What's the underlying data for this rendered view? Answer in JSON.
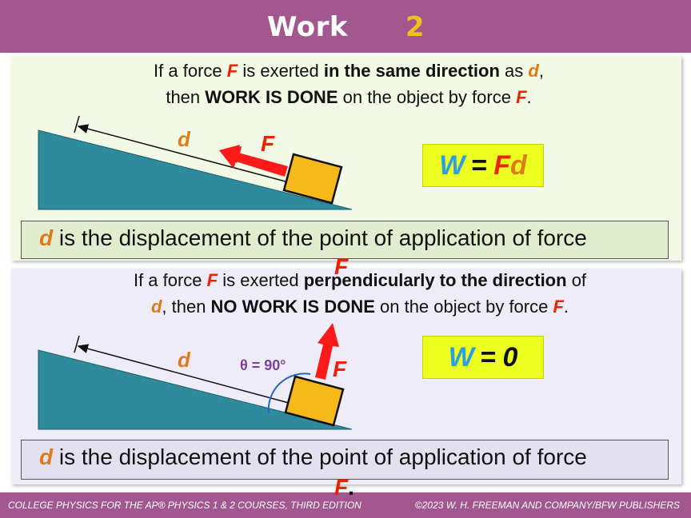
{
  "header": {
    "title": "Work",
    "slide_number": "2"
  },
  "top": {
    "line1": {
      "a": "If a force ",
      "F": "F",
      "b": " is exerted ",
      "bold": "in the same direction",
      "c": " as ",
      "d": "d",
      "e": ","
    },
    "line2": {
      "a": "then ",
      "bold": "WORK IS DONE",
      "b": " on the object by force ",
      "F": "F",
      "c": "."
    },
    "diagram": {
      "d_label": "d",
      "F_label": "F"
    },
    "formula": {
      "W": "W",
      "eq": "=",
      "F": "F",
      "d": "d"
    },
    "definition": {
      "d": "d",
      "text": " is the displacement of the point of application of force",
      "F": "F"
    }
  },
  "bottom": {
    "line1": {
      "a": "If a force ",
      "F": "F",
      "b": " is exerted ",
      "bold": "perpendicularly to the direction",
      "c": " of"
    },
    "line2": {
      "d": "d",
      "a": ", then ",
      "bold": "NO WORK IS DONE",
      "b": " on the object by force ",
      "F": "F",
      "c": "."
    },
    "diagram": {
      "d_label": "d",
      "F_label": "F",
      "angle_label": "θ = 90°"
    },
    "formula": {
      "W": "W",
      "eq": "=",
      "value": "0"
    },
    "definition": {
      "d": "d",
      "text": " is the displacement of the point of application of force",
      "F": "F",
      "dot": "."
    }
  },
  "footer": {
    "left": "COLLEGE PHYSICS FOR THE AP® PHYSICS 1 & 2 COURSES, THIRD EDITION",
    "right": "©2023 W. H. FREEMAN AND COMPANY/BFW PUBLISHERS"
  },
  "colors": {
    "header": "#a2578f",
    "force": "#ee2200",
    "displacement": "#e07a1a",
    "work_W": "#2a9fe6",
    "formula_bg": "#ecff1e",
    "ramp": "#2f8a9c",
    "block": "#f7b919"
  }
}
